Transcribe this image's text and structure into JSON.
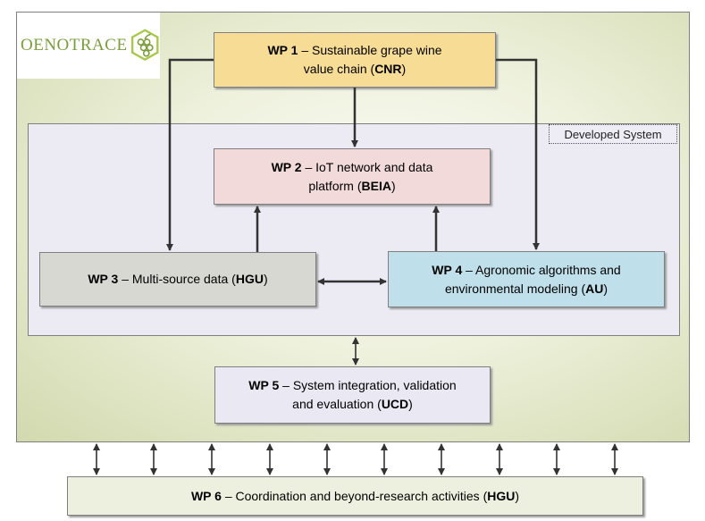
{
  "logo": {
    "text": "OENOTRACE",
    "icon": "grape-hexagon-icon",
    "color": "#7a9e3a"
  },
  "developed_system": {
    "label": "Developed System"
  },
  "wp1": {
    "id": "WP 1",
    "title_line1": " – Sustainable grape wine",
    "title_line2": "value chain ",
    "partner": "CNR",
    "color": "#f7dc96"
  },
  "wp2": {
    "id": "WP 2",
    "title_line1": " – IoT network and data",
    "title_line2": "platform ",
    "partner": "BEIA",
    "color": "#f3dada"
  },
  "wp3": {
    "id": "WP 3",
    "title_line1": " – Multi-source data ",
    "partner": "HGU",
    "color": "#d8d8d2"
  },
  "wp4": {
    "id": "WP 4",
    "title_line1": " – Agronomic algorithms and",
    "title_line2": "environmental modeling ",
    "partner": "AU",
    "color": "#bfe0ea"
  },
  "wp5": {
    "id": "WP 5",
    "title_line1": " – System integration, validation",
    "title_line2": "and evaluation ",
    "partner": "UCD",
    "color": "#eae8f2"
  },
  "wp6": {
    "id": "WP 6",
    "title_line1": " – Coordination and beyond-research activities ",
    "partner": "HGU",
    "color": "#eef0df"
  }
}
